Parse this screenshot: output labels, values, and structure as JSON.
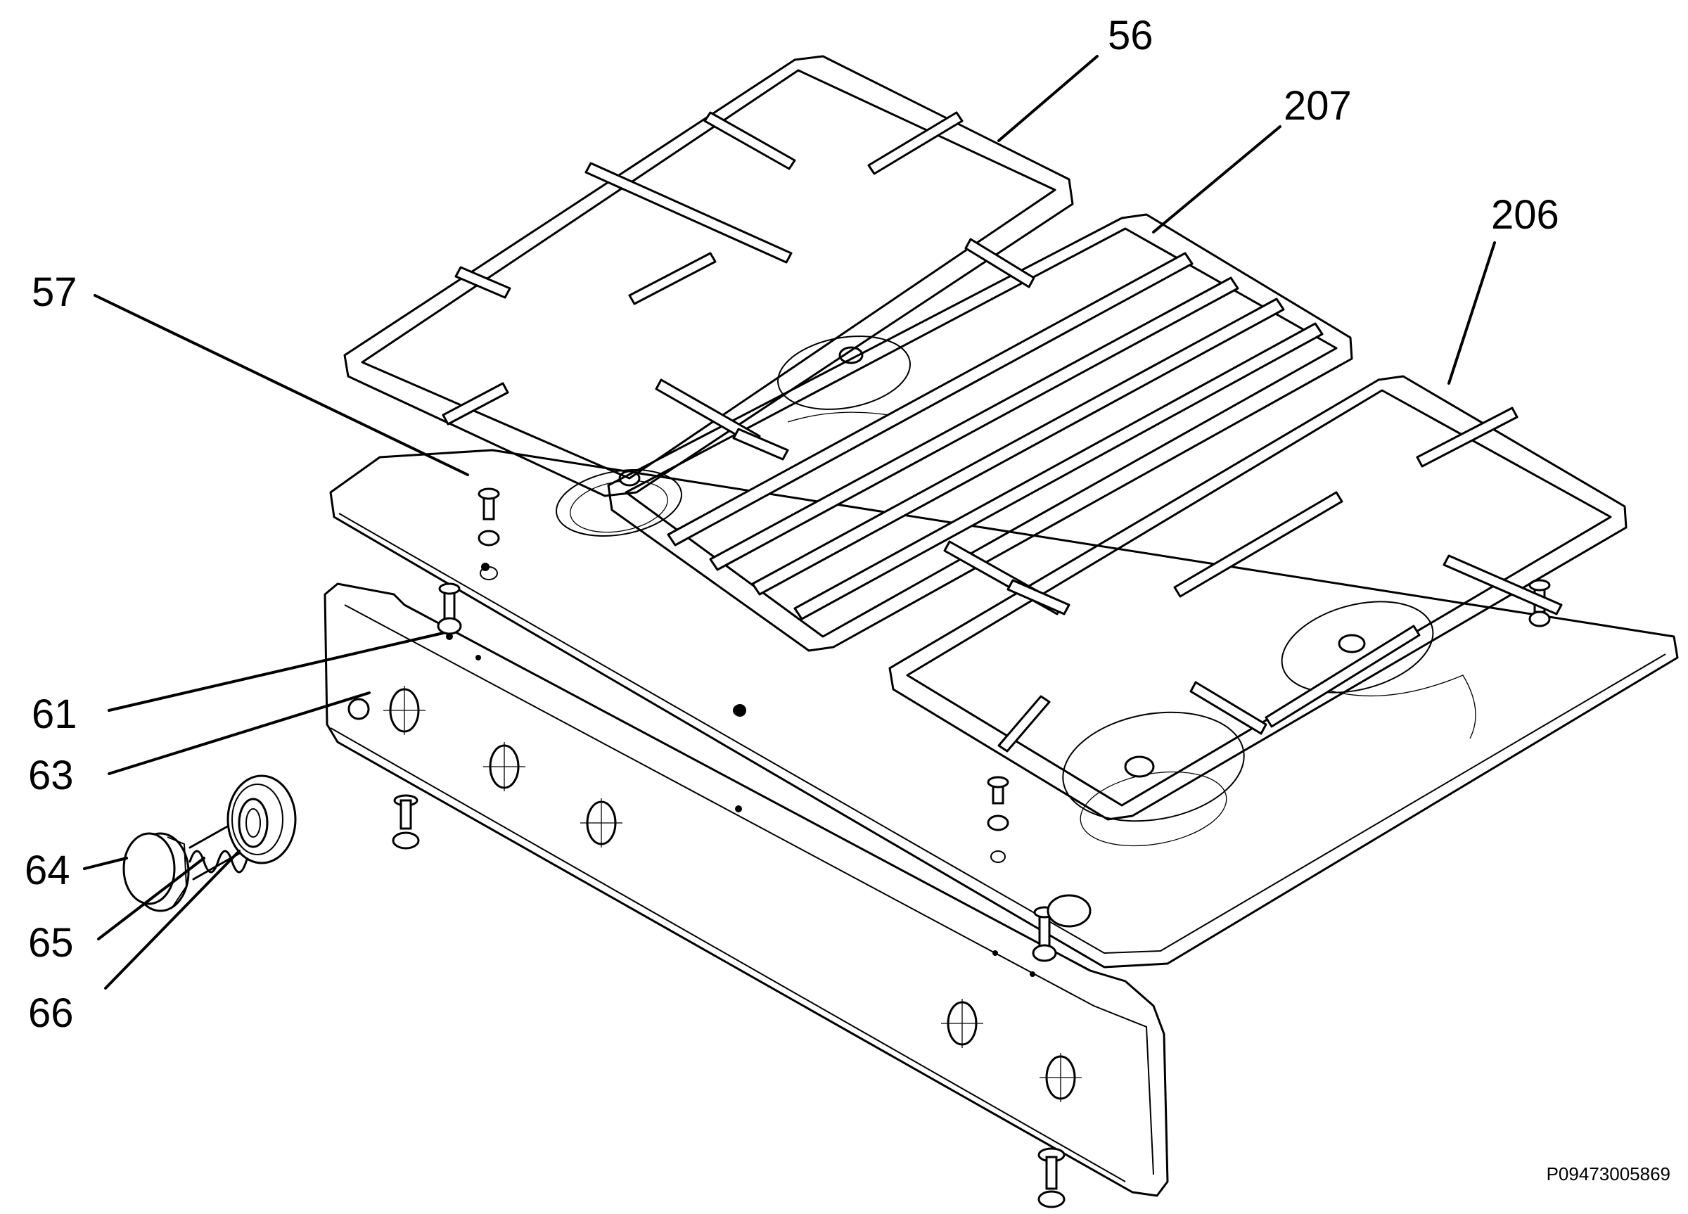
{
  "diagram": {
    "reference_code": "P09473005869",
    "labels": {
      "p56": "56",
      "p207": "207",
      "p206": "206",
      "p57": "57",
      "p61": "61",
      "p63": "63",
      "p64": "64",
      "p65": "65",
      "p66": "66"
    }
  }
}
